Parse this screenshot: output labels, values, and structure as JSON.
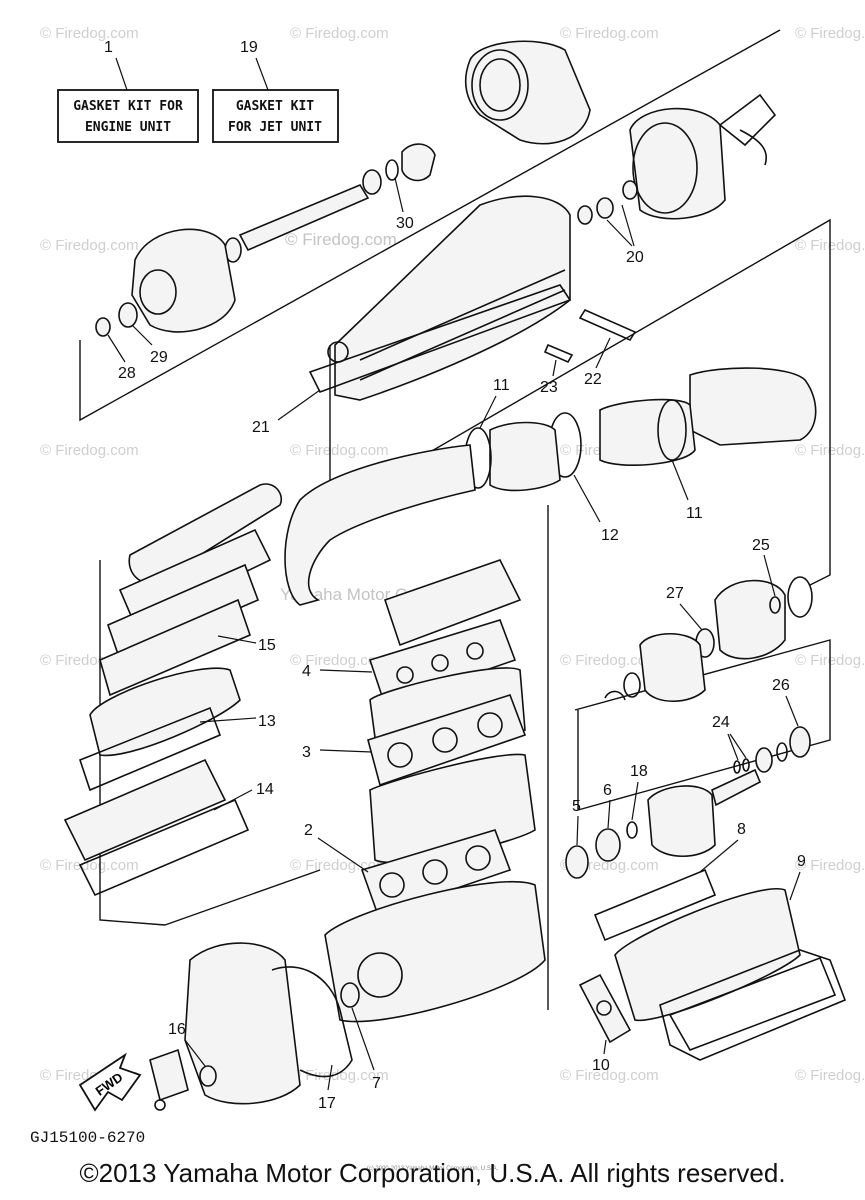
{
  "kits": [
    {
      "number": "1",
      "line1": "GASKET KIT FOR",
      "line2": "ENGINE UNIT"
    },
    {
      "number": "19",
      "line1": "GASKET KIT",
      "line2": "FOR JET UNIT"
    }
  ],
  "callouts": {
    "c30": "30",
    "c20": "20",
    "c29": "29",
    "c28": "28",
    "c23": "23",
    "c22": "22",
    "c21": "21",
    "c11a": "11",
    "c11b": "11",
    "c12": "12",
    "c25": "25",
    "c27": "27",
    "c15": "15",
    "c4": "4",
    "c13": "13",
    "c3": "3",
    "c26": "26",
    "c24": "24",
    "c14": "14",
    "c18": "18",
    "c5": "5",
    "c6": "6",
    "c2": "2",
    "c8": "8",
    "c9": "9",
    "c16": "16",
    "c17": "17",
    "c7": "7",
    "c10": "10"
  },
  "diagram_code": "GJ15100-6270",
  "fwd_label": "FWD",
  "watermark": {
    "site": "© Firedog.com",
    "center": "Yamaha Motor Corp. U.S.A."
  },
  "copyright": "©2013 Yamaha Motor Corporation, U.S.A. All rights reserved.",
  "small_print": "(c) 2000-2013 Yamaha Motor Corporation, U.S.A."
}
